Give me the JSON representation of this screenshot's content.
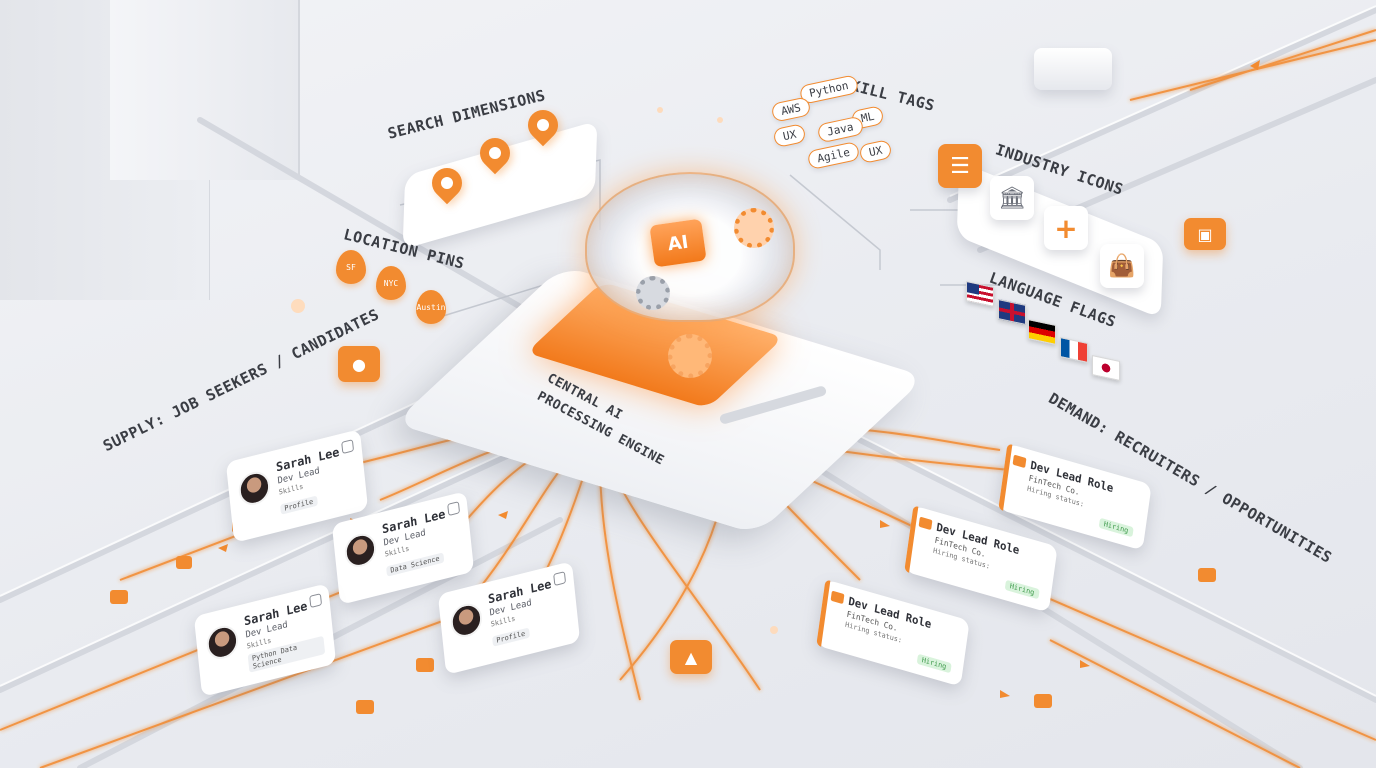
{
  "title": "",
  "labels": {
    "search_dimensions": "SEARCH DIMENSIONS",
    "location_pins": "LOCATION PINS",
    "skill_tags": "SKILL TAGS",
    "industry_icons": "INDUSTRY ICONS",
    "language_flags": "LANGUAGE FLAGS",
    "engine_line1": "CENTRAL AI",
    "engine_line2": "PROCESSING ENGINE",
    "supply": "SUPPLY: JOB SEEKERS / CANDIDATES",
    "demand": "DEMAND: RECRUITERS / OPPORTUNITIES",
    "ai_chip": "AI"
  },
  "skill_tags": [
    "Python",
    "ML",
    "AWS",
    "Java",
    "UX",
    "Agile",
    "UX"
  ],
  "location_pins": [
    "SF",
    "NYC",
    "Austin"
  ],
  "industry_icons": [
    {
      "icon": "layers-icon",
      "color": "#f28b30"
    },
    {
      "icon": "bank-icon",
      "color": "#ffffff"
    },
    {
      "icon": "medical-cross-icon",
      "color": "#ffffff"
    },
    {
      "icon": "shopping-bag-icon",
      "color": "#ffffff"
    }
  ],
  "language_flags": [
    "us-flag",
    "uk-flag",
    "germany-flag",
    "france-flag",
    "japan-flag"
  ],
  "candidates": [
    {
      "name": "Sarah Lee",
      "role": "Dev Lead",
      "skills": "Skills",
      "tag": "Profile"
    },
    {
      "name": "Sarah Lee",
      "role": "Dev Lead",
      "skills": "Skills",
      "tag": "Data Science"
    },
    {
      "name": "Sarah Lee",
      "role": "Dev Lead",
      "skills": "Skills",
      "tag": "Python  Data Science"
    },
    {
      "name": "Sarah Lee",
      "role": "Dev Lead",
      "skills": "Skills",
      "tag": "Profile"
    }
  ],
  "roles": [
    {
      "title": "Dev Lead Role",
      "company": "FinTech Co.",
      "status": "Hiring status:",
      "badge": "Hiring"
    },
    {
      "title": "Dev Lead Role",
      "company": "FinTech Co.",
      "status": "Hiring status:",
      "badge": "Hiring"
    },
    {
      "title": "Dev Lead Role",
      "company": "FinTech Co.",
      "status": "Hiring status:",
      "badge": "Hiring"
    }
  ],
  "colors": {
    "accent": "#f28b30",
    "background": "#eceef2",
    "card": "#ffffff",
    "hiring_badge": "#d9f3dc"
  }
}
